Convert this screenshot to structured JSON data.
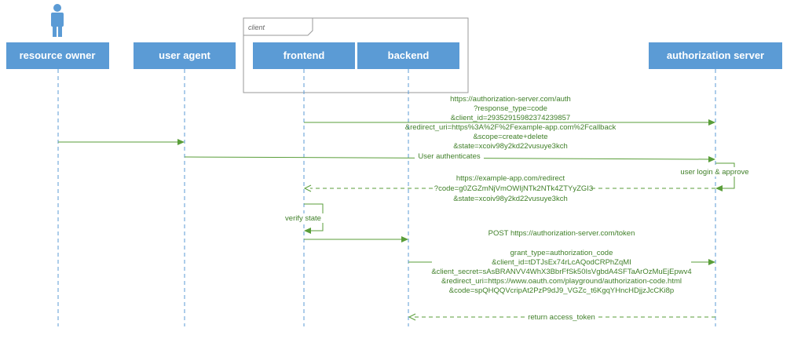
{
  "frame": {
    "label": "client"
  },
  "actors": {
    "resource_owner": "resource owner",
    "user_agent": "user agent",
    "frontend": "frontend",
    "backend": "backend",
    "authorization_server": "authorization server"
  },
  "messages": {
    "auth_request": [
      "https://authorization-server.com/auth",
      "?response_type=code",
      "&client_id=29352915982374239857",
      "&redirect_uri=https%3A%2F%2Fexample-app.com%2Fcallback",
      "&scope=create+delete",
      "&state=xcoiv98y2kd22vusuye3kch"
    ],
    "user_authenticates": "User authenticates",
    "user_login": "user login & approve",
    "redirect": [
      "https://example-app.com/redirect",
      "?code=g0ZGZmNjVmOWIjNTk2NTk4ZTYyZGI3",
      "&state=xcoiv98y2kd22vusuye3kch"
    ],
    "verify_state": "verify state",
    "token_post": "POST https://authorization-server.com/token",
    "token_body": [
      "grant_type=authorization_code",
      "&client_id=tDTJsEx74rLcAQodCRPhZqMI",
      "&client_secret=sAsBRANVV4WhX3BbrFfSk50IsVgbdA4SFTaArOzMuEjEpwv4",
      "&redirect_uri=https://www.oauth.com/playground/authorization-code.html",
      "&code=spQHQQVcripAt2PzP9dJ9_VGZc_t6KgqYHncHDjjzJcCKi8p"
    ],
    "return_token": "return access_token"
  },
  "colors": {
    "actor": "#5b9bd5",
    "message": "#5a9e3a",
    "text": "#3f7f28"
  },
  "icons": {
    "resource_owner": "person-icon"
  }
}
